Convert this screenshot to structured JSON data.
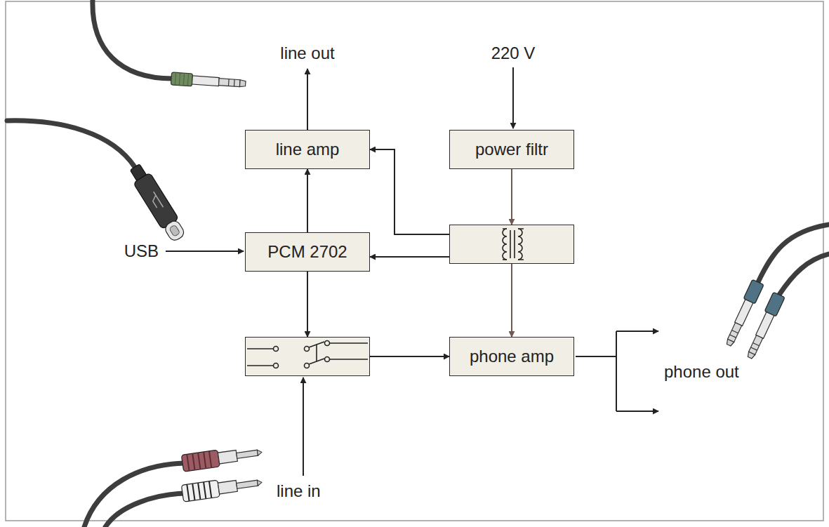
{
  "diagram": {
    "nodes": [
      {
        "text": [
          "line amp"
        ]
      },
      {
        "text": [
          "power filtr"
        ]
      },
      {
        "text": [
          "PCM 2702"
        ]
      },
      {
        "text": []
      },
      {
        "text": []
      },
      {
        "text": [
          "phone amp"
        ]
      }
    ],
    "edges": [
      {
        "from": 2,
        "to": 0,
        "arrow": "to"
      },
      {
        "from": 1,
        "to": 3,
        "arrow": "to"
      },
      {
        "from": 3,
        "to": 0,
        "arrow": "to"
      },
      {
        "from": 3,
        "to": 2,
        "arrow": "to"
      },
      {
        "from": 2,
        "to": 4,
        "arrow": "to"
      },
      {
        "from": 3,
        "to": 5,
        "arrow": "to"
      },
      {
        "from": 4,
        "to": 5,
        "arrow": "to"
      }
    ],
    "labels": [
      "line out",
      "220 V",
      "USB",
      "line in",
      "phone out"
    ]
  }
}
